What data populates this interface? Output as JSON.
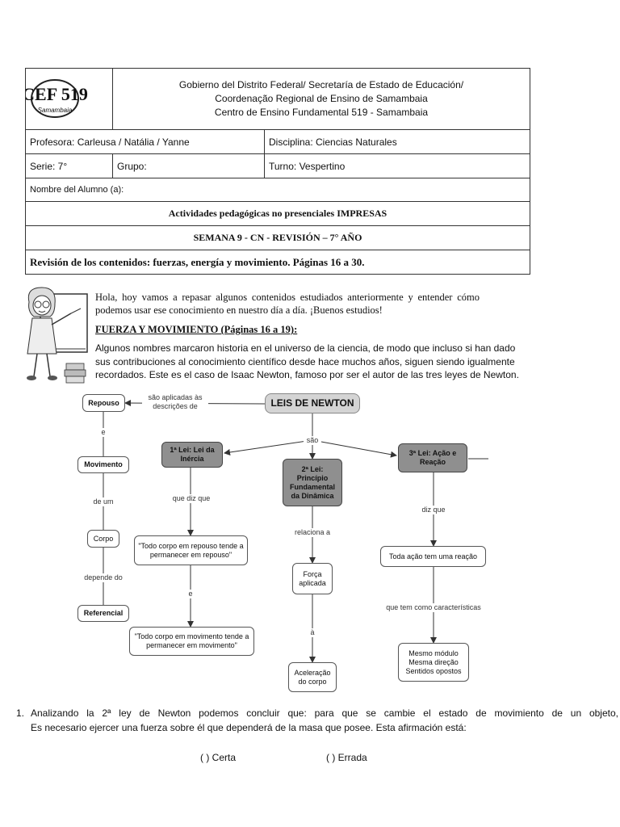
{
  "header": {
    "logo_text": "CEF 519",
    "logo_sub": "Samambaia",
    "institution_lines": [
      "Gobierno del Distrito Federal/ Secretaría de Estado de Educación/",
      "Coordenação Regional de Ensino de Samambaia",
      "Centro de Ensino Fundamental 519 - Samambaia"
    ],
    "teacher": "Profesora: Carleusa / Natália / Yanne",
    "discipline": "Disciplina: Ciencias Naturales",
    "series": "Serie: 7°",
    "group": "Grupo:",
    "shift": "Turno: Vespertino",
    "student": "Nombre del Alumno (a):",
    "activities": "Actividades pedagógicas no presenciales IMPRESAS",
    "week": "SEMANA 9 - CN - REVISIÓN – 7° AÑO",
    "review": "Revisión de los contenidos: fuerzas, energía y movimiento. Páginas 16 a 30."
  },
  "intro": {
    "greeting": "Hola, hoy vamos a repasar algunos contenidos estudiados anteriormente y entender cómo podemos usar ese conocimiento en nuestro día a día. ¡Buenos estudios!",
    "section_title": "FUERZA Y MOVIMIENTO (Páginas 16 a 19):",
    "paragraph_line1": " Algunos nombres marcaron historia en el universo de la ciencia, de modo que incluso si han dado",
    "paragraph_line2": "sus contribuciones al conocimiento científico desde hace muchos años, siguen siendo igualmente",
    "paragraph_line3": "recordados. Este es el caso de Isaac Newton, famoso por ser el autor de las tres leyes de Newton."
  },
  "concept_map": {
    "title": "LEIS DE NEWTON",
    "repouso": "Repouso",
    "label_aplicadas": "são aplicadas às descrições de",
    "label_e1": "e",
    "movimento": "Movimento",
    "label_de_um": "de um",
    "corpo": "Corpo",
    "label_depende": "depende do",
    "referencial": "Referencial",
    "label_sao": "são",
    "law1": "1ª Lei: Lei da Inércia",
    "label_diz_que1": "que diz que",
    "quote1": "\"Todo corpo em repouso tende a permanecer em repouso\"",
    "label_e2": "e",
    "quote2": "\"Todo corpo em movimento tende a permanecer em movimento\"",
    "law2": "2ª Lei: Princípio Fundamental da Dinâmica",
    "label_relaciona": "relaciona a",
    "forca": "Força aplicada",
    "label_a": "à",
    "aceleracao": "Aceleração do corpo",
    "law3": "3ª Lei: Ação e Reação",
    "label_diz_que3": "diz que",
    "acao": "Toda ação tem uma reação",
    "label_caracteristicas": "que tem como características",
    "caracteristicas": "Mesmo módulo Mesma direção Sentidos opostos"
  },
  "question1": {
    "number": "1.",
    "line1": "Analizando la 2ª ley de Newton podemos concluir que: para que se cambie el estado de movimiento de un objeto,",
    "line2": "Es necesario ejercer una fuerza sobre él que dependerá de la masa que posee. Esta afirmación está:",
    "option1": "(   )  Certa",
    "option2": "(   )  Errada"
  }
}
